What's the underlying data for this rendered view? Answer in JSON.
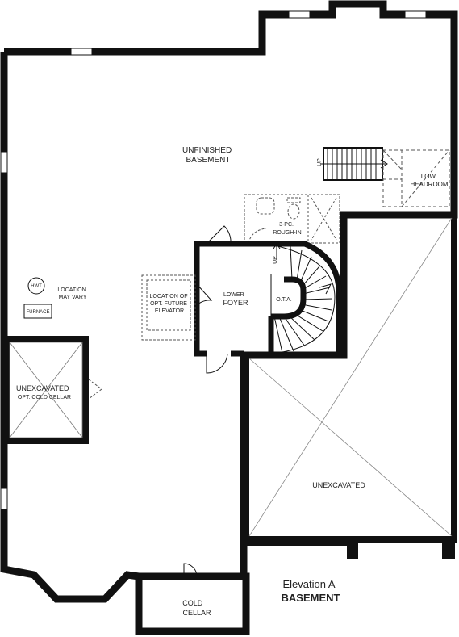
{
  "plan": {
    "rooms": {
      "unfinished_basement": [
        "UNFINISHED",
        "BASEMENT"
      ],
      "low_headroom": [
        "LOW",
        "HEADROOM"
      ],
      "rough_in": [
        "3-PC.",
        "ROUGH-IN"
      ],
      "lower_foyer": [
        "LOWER",
        "FOYER"
      ],
      "ota": "O.T.A.",
      "elevator": [
        "LOCATION OF",
        "OPT. FUTURE",
        "ELEVATOR"
      ],
      "hwt": "HWT",
      "location_may_vary": [
        "LOCATION",
        "MAY VARY"
      ],
      "furnace": "FURNACE",
      "cold_cellar_opt": [
        "UNEXCAVATED",
        "OPT. COLD CELLAR"
      ],
      "unexcavated": "UNEXCAVATED",
      "cold_cellar": [
        "COLD",
        "CELLAR"
      ]
    },
    "stair_labels": {
      "up_top": "UP",
      "up_curved": "UP"
    },
    "caption": {
      "elevation": "Elevation A",
      "level": "BASEMENT"
    }
  }
}
